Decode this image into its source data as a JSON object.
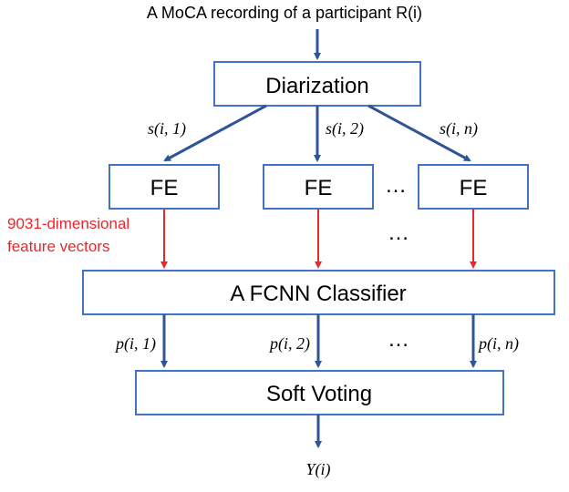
{
  "title": "A MoCA recording of a participant R(i)",
  "boxes": {
    "diarization": "Diarization",
    "fe1": "FE",
    "fe2": "FE",
    "fe3": "FE",
    "classifier": "A FCNN Classifier",
    "soft_voting": "Soft Voting"
  },
  "segments": {
    "s1": "s(i, 1)",
    "s2": "s(i, 2)",
    "sn": "s(i, n)"
  },
  "probabilities": {
    "p1": "p(i, 1)",
    "p2": "p(i, 2)",
    "pn": "p(i, n)"
  },
  "ellipsis": "…",
  "feature_label": {
    "line1": "9031-dimensional",
    "line2": "feature vectors"
  },
  "output": "Y(i)",
  "colors": {
    "box_border": "#4472C4",
    "arrow_blue": "#2F5597",
    "arrow_red": "#E8282B"
  }
}
